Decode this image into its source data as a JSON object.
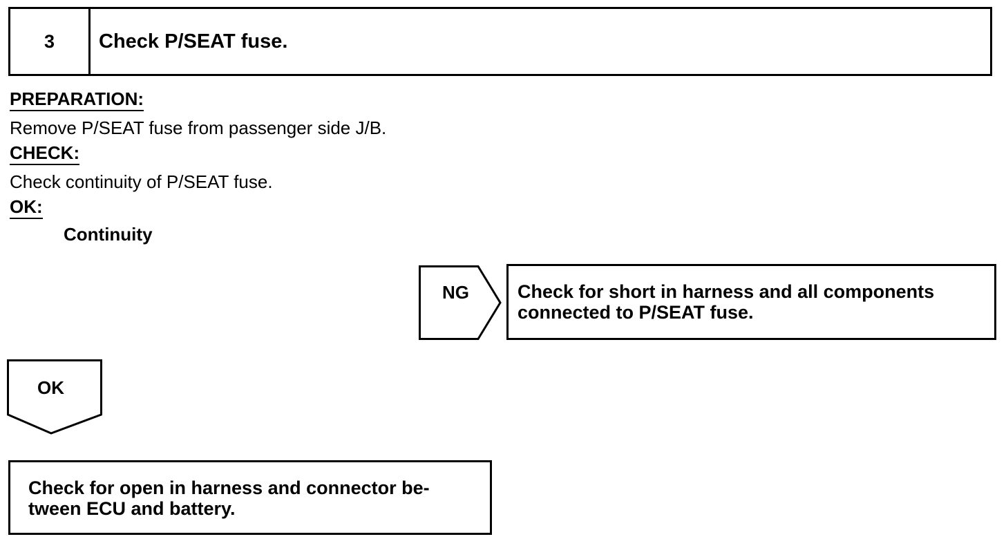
{
  "step": {
    "number": "3",
    "title": "Check P/SEAT fuse."
  },
  "preparation": {
    "heading": "PREPARATION:",
    "text": "Remove P/SEAT fuse from passenger side J/B."
  },
  "check": {
    "heading": "CHECK:",
    "text": "Check continuity of P/SEAT fuse."
  },
  "ok_spec": {
    "heading": "OK:",
    "value": "Continuity"
  },
  "ng_branch": {
    "label": "NG",
    "line1": "Check for short in harness and all components",
    "line2": "connected to P/SEAT fuse."
  },
  "ok_branch": {
    "label": "OK",
    "line1": "Check for open in harness and connector be-",
    "line2": "tween ECU and battery."
  }
}
